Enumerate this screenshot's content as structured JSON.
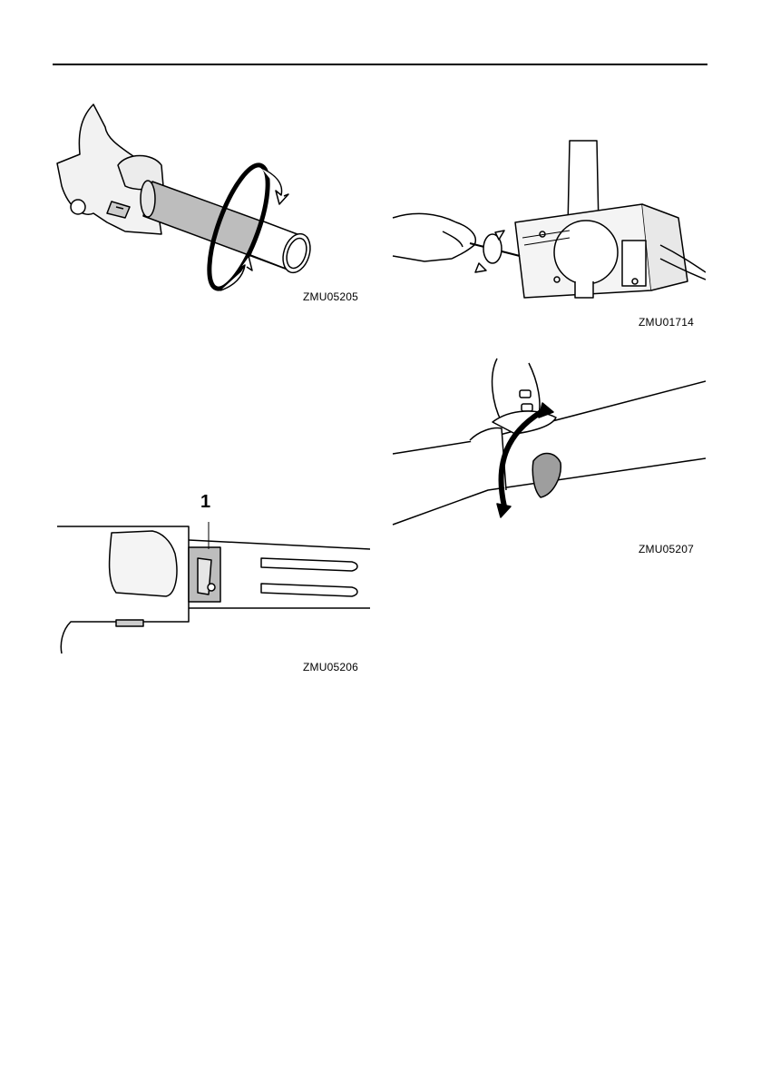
{
  "figures": [
    {
      "code": "ZMU05205"
    },
    {
      "code": "ZMU01714"
    },
    {
      "code": "ZMU05206",
      "callout": "1"
    },
    {
      "code": "ZMU05207"
    }
  ]
}
